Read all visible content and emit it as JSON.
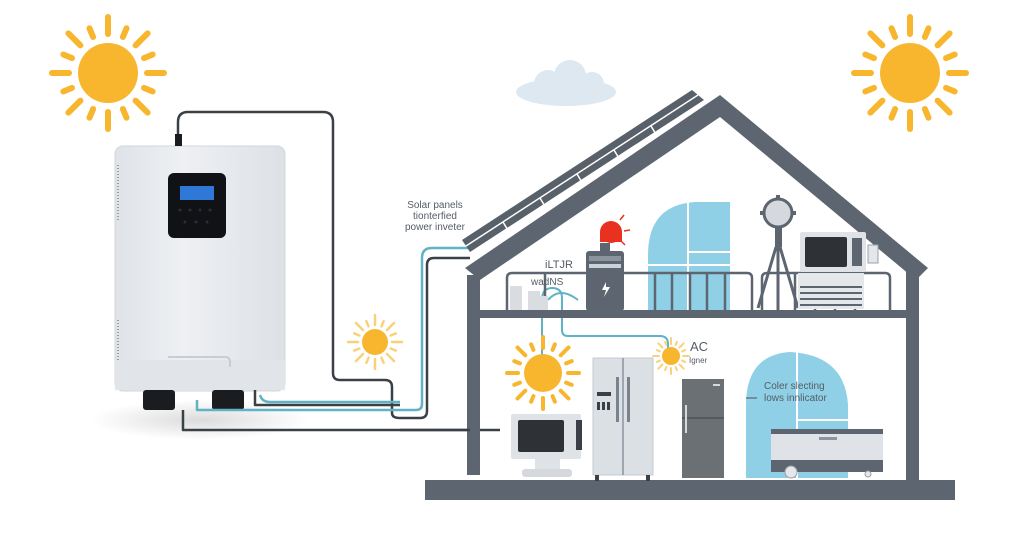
{
  "diagram": {
    "title": "Home solar power system",
    "labels": {
      "inverter_callout": [
        "Solar panels",
        "tionterfied",
        "power inveter"
      ],
      "upper_sign": [
        "iLTJR",
        "wadNS"
      ],
      "ac_callout": [
        "AC",
        "Igner"
      ],
      "window_callout": [
        "Coler slecting",
        "lows innlicator"
      ]
    },
    "components": {
      "inverter": "Solar power inverter",
      "inverter_display": "Inverter LCD display",
      "solar_panels": "Rooftop solar panels",
      "battery": "Battery storage unit",
      "alarm": "Red warning beacon",
      "microwave_upper": "Microwave oven (upper floor)",
      "heater": "Radiator heater",
      "lamp": "Tripod floor lamp",
      "microwave_lower": "Microwave oven (ground floor)",
      "fridge_double": "Double-door refrigerator",
      "fridge_single": "Single refrigerator",
      "freezer": "Chest freezer",
      "window_upper": "Arched window (upper floor)",
      "window_lower": "Arched window (ground floor)",
      "cloud": "Cloud"
    },
    "colors": {
      "sun": "#f8b62e",
      "house": "#5d6670",
      "cable_dark": "#3b4046",
      "cable_teal": "#5fb3c4",
      "window": "#8fd0e6",
      "inverter_body": "#e7eaee",
      "display": "#2f78d8",
      "alarm": "#e8321f"
    }
  }
}
